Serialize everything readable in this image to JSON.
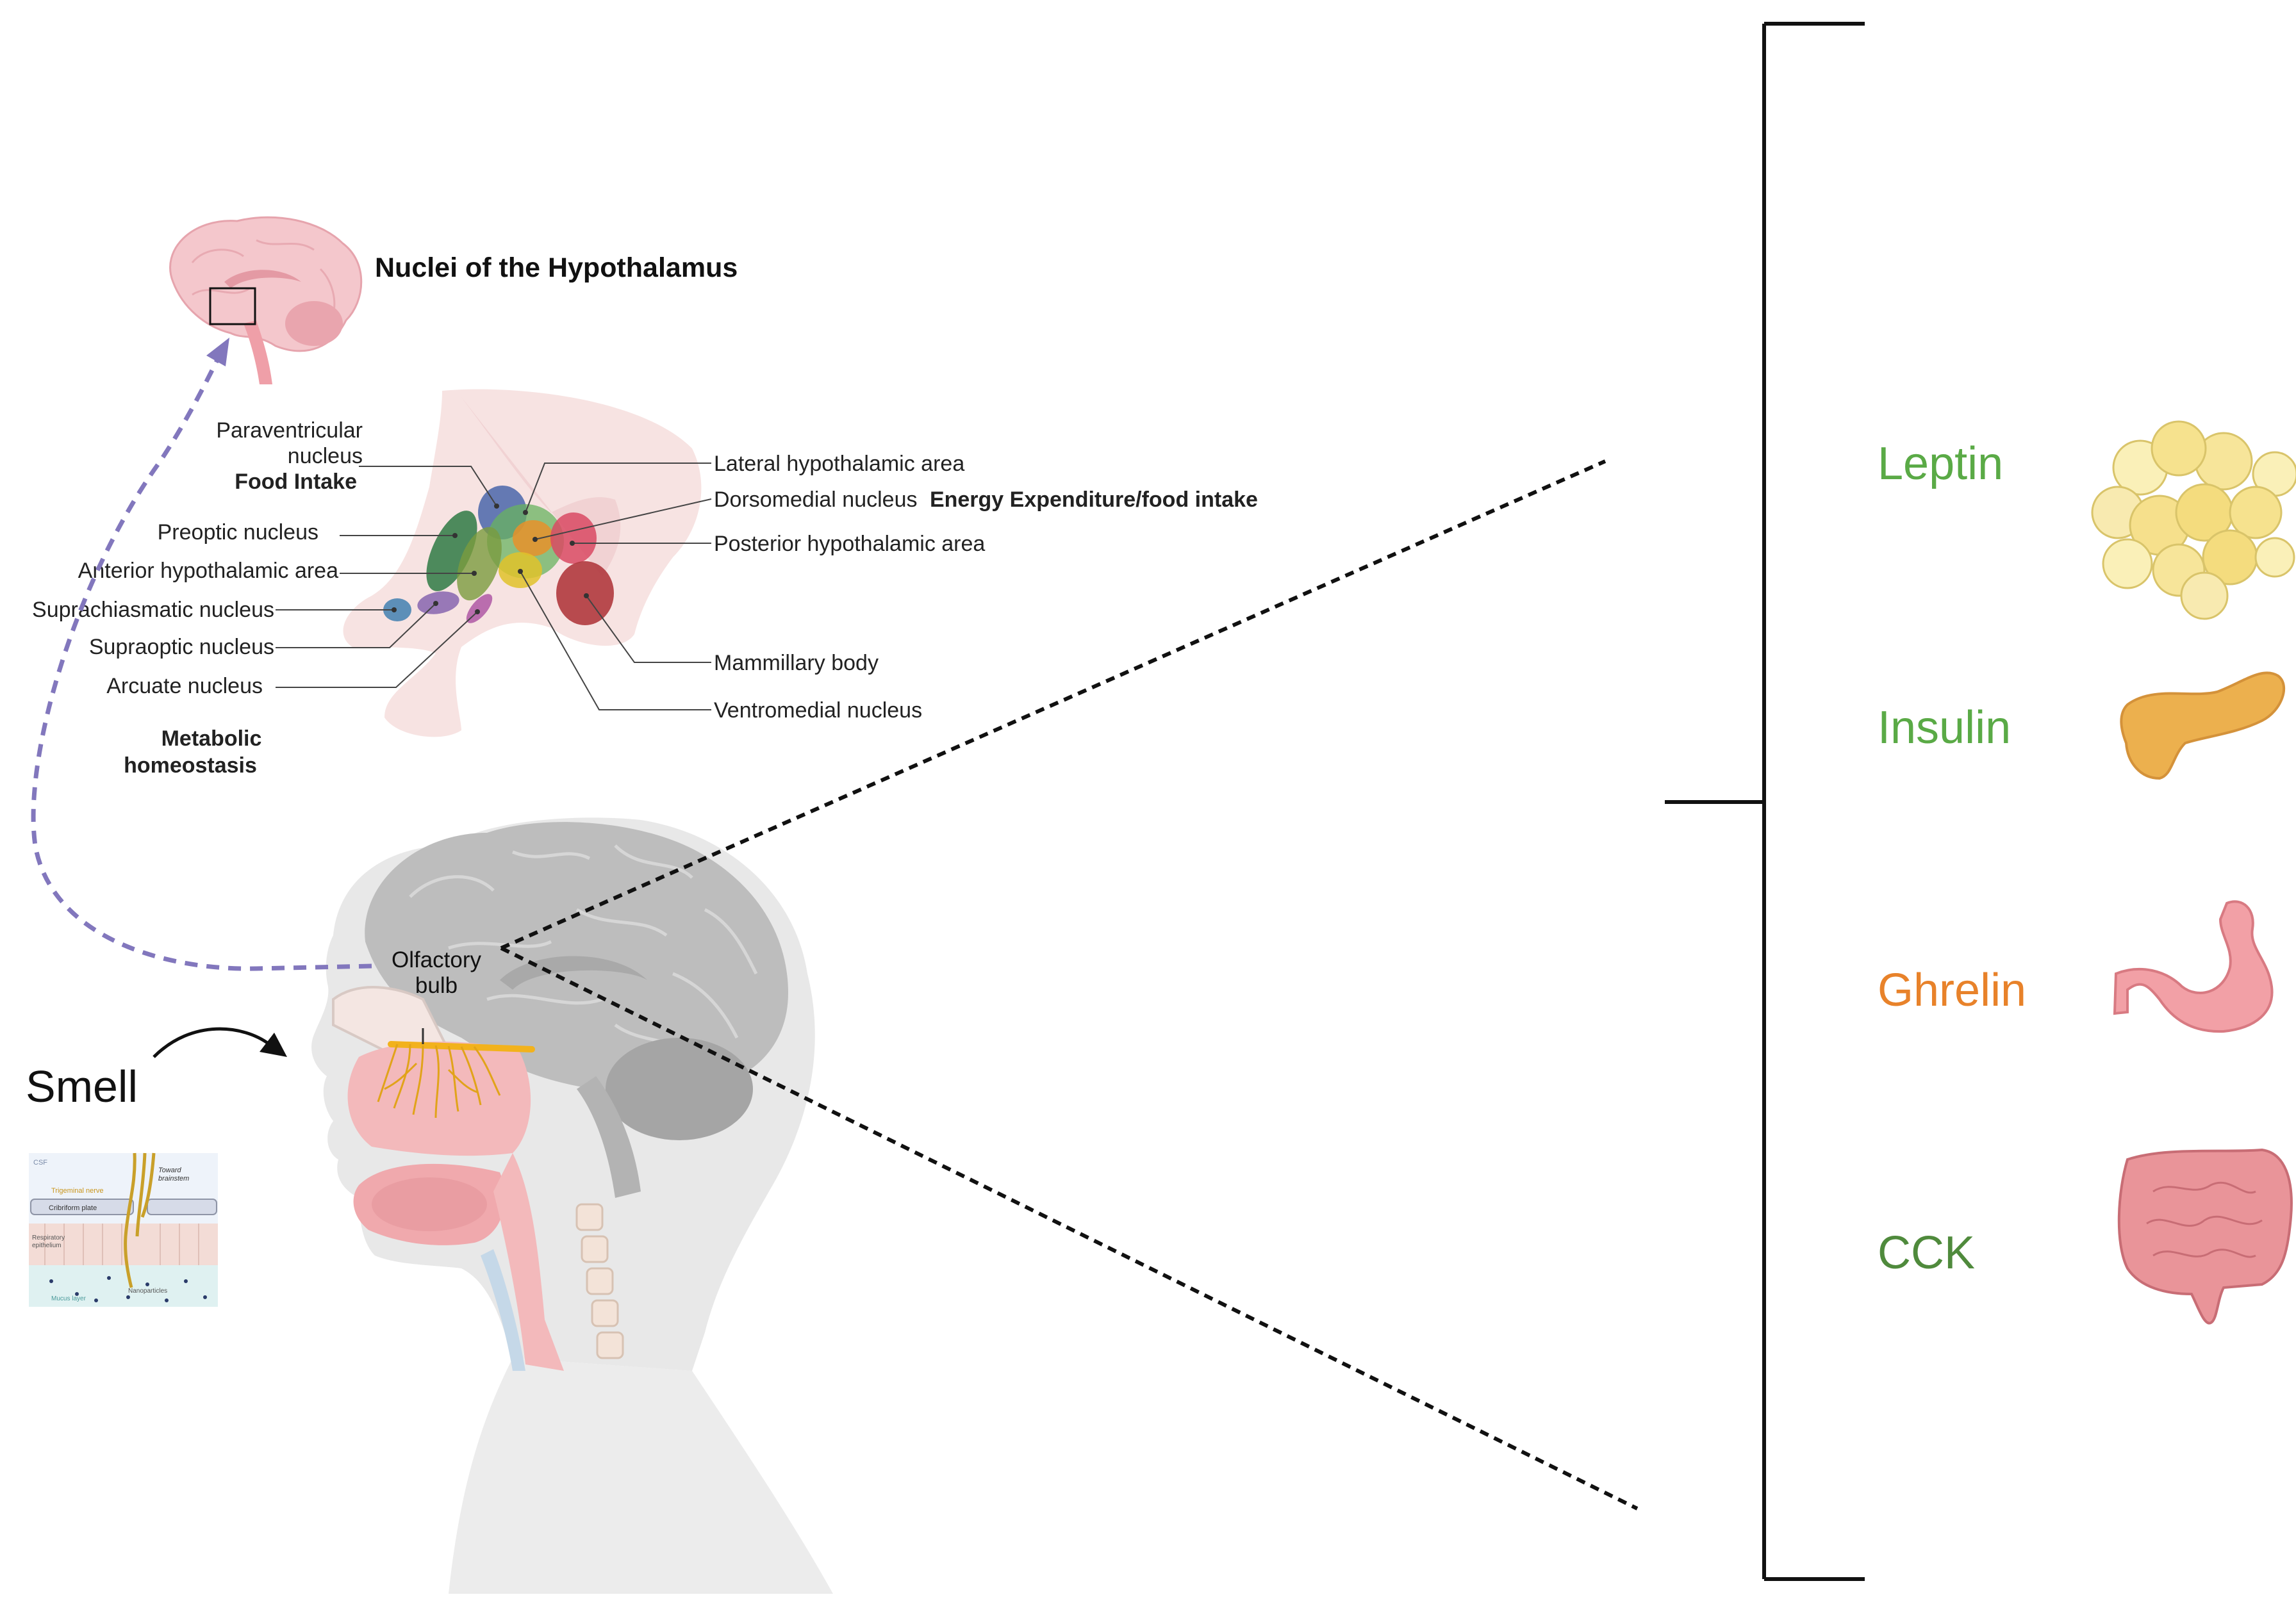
{
  "figure": {
    "title": "Nuclei of the Hypothalamus",
    "nuclei_left": [
      {
        "line1": "Paraventricular",
        "line2": "nucleus",
        "note": "Food Intake"
      },
      {
        "line1": "Preoptic nucleus"
      },
      {
        "line1": "Anterior hypothalamic area"
      },
      {
        "line1": "Suprachiasmatic nucleus"
      },
      {
        "line1": "Supraoptic nucleus"
      },
      {
        "line1": "Arcuate nucleus",
        "note1": "Metabolic",
        "note2": "homeostasis"
      }
    ],
    "nuclei_right": [
      {
        "text": "Lateral hypothalamic area"
      },
      {
        "text": "Dorsomedial nucleus",
        "bold": "Energy Expenditure/food intake"
      },
      {
        "text": "Posterior hypothalamic area"
      },
      {
        "text": "Mammillary body"
      },
      {
        "text": "Ventromedial nucleus"
      }
    ],
    "smell_label": "Smell",
    "olfactory_label": {
      "line1": "Olfactory",
      "line2": "bulb"
    },
    "inset_labels": {
      "csf": "CSF",
      "trigeminal": "Trigeminal nerve",
      "toward": "Toward",
      "brainstem": "brainstem",
      "cribriform": "Cribriform plate",
      "epithelium1": "Respiratory",
      "epithelium2": "epithelium",
      "mucus": "Mucus layer",
      "nanoparticles": "Nanoparticles"
    },
    "hormones": [
      {
        "name": "Leptin",
        "color": "#5aaa46",
        "organ": "adipose-tissue-icon"
      },
      {
        "name": "Insulin",
        "color": "#5aaa46",
        "organ": "pancreas-icon"
      },
      {
        "name": "Ghrelin",
        "color": "#e8822a",
        "organ": "stomach-icon"
      },
      {
        "name": "CCK",
        "color": "#4f8a3c",
        "organ": "intestine-icon"
      }
    ]
  }
}
